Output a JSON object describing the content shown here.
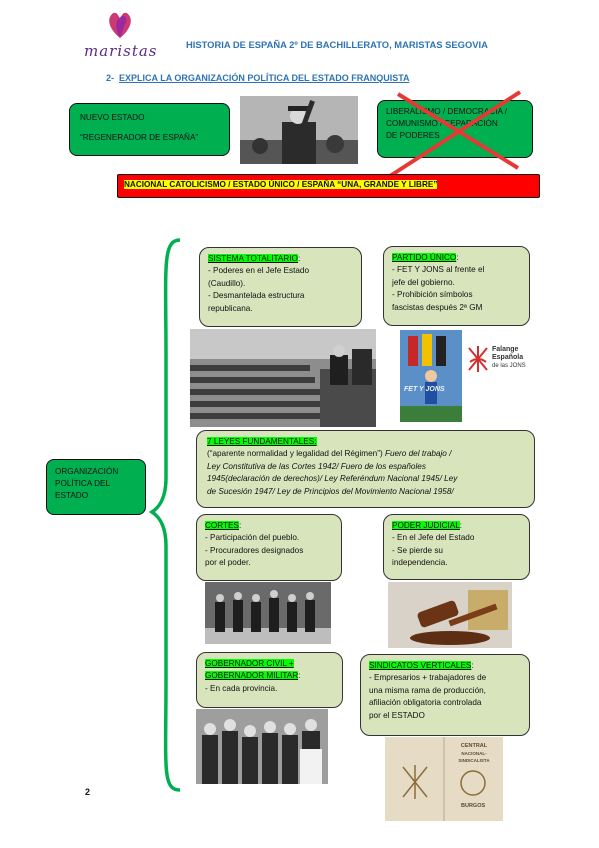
{
  "header": {
    "logo_text": "maristas",
    "title": "HISTORIA DE ESPAÑA 2º DE BACHILLERATO, MARISTAS SEGOVIA"
  },
  "section": {
    "number": "2-",
    "title": "EXPLICA LA ORGANIZACIÓN POLÍTICA DEL ESTADO FRANQUISTA"
  },
  "nuevo_estado": {
    "line1": "NUEVO ESTADO",
    "line2": "“REGENERADOR DE ESPAÑA”"
  },
  "rejected_box": {
    "line1": "LIBERALISMO / DEMOCRACIA /",
    "line2": "COMUNISMO / SEPARACIÓN",
    "line3": "DE PODERES"
  },
  "red_banner": {
    "text": "NACIONAL CATOLICISMO / ESTADO ÚNICO / ESPAÑA “UNA, GRANDE Y LIBRE”"
  },
  "side_box": {
    "line1": "ORGANIZACIÓN",
    "line2": "POLÍTICA DEL",
    "line3": "ESTADO"
  },
  "sistema_totalitario": {
    "title": "SISTEMA TOTALITARIO",
    "suffix": ":",
    "items": [
      "- Poderes en el Jefe Estado",
      "(Caudillo).",
      "- Desmantelada estructura",
      "republicana."
    ]
  },
  "partido_unico": {
    "title": "PARTIDO ÚNICO",
    "suffix": ":",
    "items": [
      "- FET Y JONS al frente el",
      "jefe del gobierno.",
      "- Prohibición símbolos",
      "fascistas después 2ª GM"
    ]
  },
  "falange_logo": {
    "line1": "Falange",
    "line2": "Española",
    "line3": "de las JONS"
  },
  "poster_text": "FET Y JONS",
  "leyes": {
    "title": "7 LEYES FUNDAMENTALES:",
    "lead": "(“aparente normalidad y legalidad del Régimen”)",
    "line1_rest": "Fuero del trabajo /",
    "line2": "Ley Constitutiva de las Cortes 1942/ Fuero de los españoles",
    "line3": "1945(declaración de derechos)/ Ley Referéndum Nacional 1945/ Ley",
    "line4": "de Sucesión 1947/ Ley de Principios del Movimiento Nacional 1958/"
  },
  "cortes": {
    "title": "CORTES",
    "suffix": ":",
    "items": [
      "- Participación del pueblo.",
      "- Procuradores designados",
      "por el poder."
    ]
  },
  "poder_judicial": {
    "title": "PODER JUDICIAL",
    "suffix": ":",
    "items": [
      "- En el Jefe del Estado",
      "- Se pierde su",
      "independencia."
    ]
  },
  "gobernador": {
    "title1": "GOBERNADOR CIVIL +",
    "title2": "GOBERNADOR MILITAR",
    "suffix": ":",
    "items": [
      "- En cada provincia."
    ]
  },
  "sindicatos": {
    "title": "SINDICATOS VERTICALES",
    "suffix": ":",
    "items": [
      "- Empresarios + trabajadores de",
      "una misma rama de producción,",
      "afiliación obligatoria controlada",
      "por el ESTADO"
    ]
  },
  "card_text": {
    "line1": "CENTRAL",
    "line2": "NACIONAL-SINDICALISTA",
    "line3": "BURGOS"
  },
  "page_number": "2",
  "colors": {
    "header_blue": "#2e74b5",
    "box_green": "#00b050",
    "box_light": "#d8e4bc",
    "banner_red": "#ff0000",
    "highlight": "#00ff00",
    "bracket": "#00b050"
  }
}
